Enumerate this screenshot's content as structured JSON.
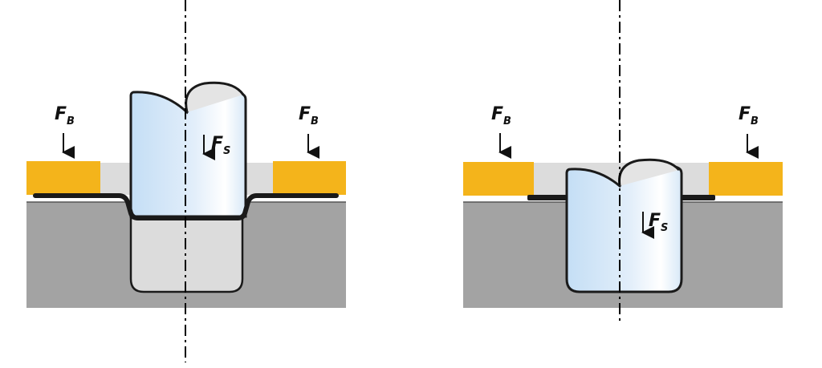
{
  "colors": {
    "die": "#a3a3a3",
    "blankholder": "#f4b41b",
    "punch_light": "#c9e3f7",
    "punch_highlight": "#f4f9fe",
    "gap": "#dcdcdc",
    "sheet": "#1a1a1a",
    "axis": "#000000"
  },
  "left_panel": {
    "force_left": {
      "symbol": "F",
      "subscript": "B"
    },
    "force_right": {
      "symbol": "F",
      "subscript": "B"
    },
    "force_punch": {
      "symbol": "F",
      "subscript": "S"
    }
  },
  "right_panel": {
    "force_left": {
      "symbol": "F",
      "subscript": "B"
    },
    "force_right": {
      "symbol": "F",
      "subscript": "B"
    },
    "force_punch": {
      "symbol": "F",
      "subscript": "S"
    }
  }
}
